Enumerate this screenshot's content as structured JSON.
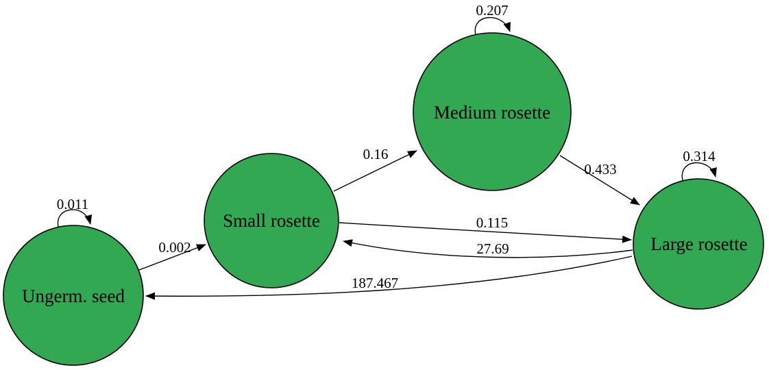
{
  "diagram": {
    "kind": "life-cycle-transition-graph",
    "node_fill_color": "#32a852",
    "node_stroke_color": "#000000",
    "edge_color": "#000000",
    "nodes": [
      {
        "label": "Ungerm. seed",
        "self_loop_value": "0.011"
      },
      {
        "label": "Small rosette"
      },
      {
        "label": "Medium rosette",
        "self_loop_value": "0.207"
      },
      {
        "label": "Large rosette",
        "self_loop_value": "0.314"
      }
    ],
    "edges": [
      {
        "from": "Ungerm. seed",
        "to": "Small rosette",
        "value": "0.002"
      },
      {
        "from": "Small rosette",
        "to": "Medium rosette",
        "value": "0.16"
      },
      {
        "from": "Medium rosette",
        "to": "Large rosette",
        "value": "0.433"
      },
      {
        "from": "Small rosette",
        "to": "Large rosette",
        "value": "0.115"
      },
      {
        "from": "Large rosette",
        "to": "Small rosette",
        "value": "27.69"
      },
      {
        "from": "Large rosette",
        "to": "Ungerm. seed",
        "value": "187.467"
      }
    ]
  }
}
